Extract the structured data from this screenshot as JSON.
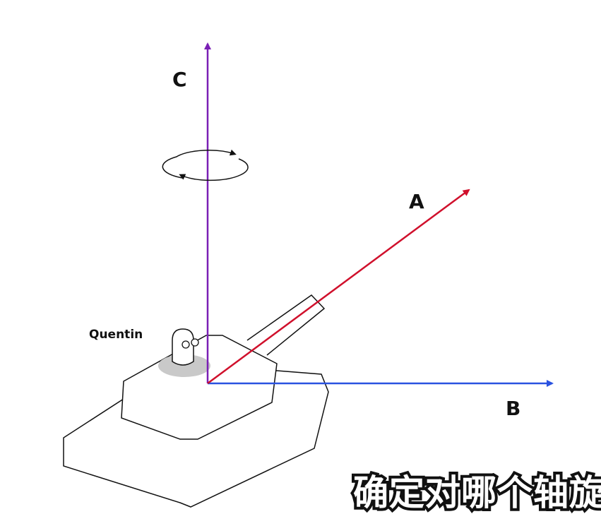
{
  "diagram": {
    "axes": [
      {
        "id": "a",
        "label": "A",
        "color": "#d0102c"
      },
      {
        "id": "b",
        "label": "B",
        "color": "#2a52e0"
      },
      {
        "id": "c",
        "label": "C",
        "color": "#7a1fb5"
      }
    ],
    "character_label": "Quentin",
    "rotation_indicator": "circular-arrows-icon"
  },
  "subtitle": "确定对哪个轴旋"
}
